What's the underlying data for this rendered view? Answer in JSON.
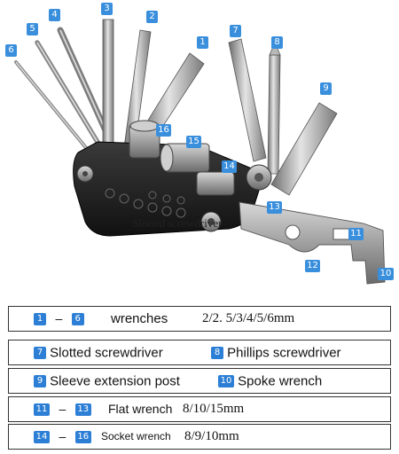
{
  "caption": "Slotted screwdriver",
  "badges": [
    "1",
    "2",
    "3",
    "4",
    "5",
    "6",
    "7",
    "8",
    "9",
    "10",
    "11",
    "12",
    "13",
    "14",
    "15",
    "16"
  ],
  "legend": {
    "row1": {
      "from": "1",
      "dash": "–",
      "to": "6",
      "label": "wrenches",
      "sizes": "2/2. 5/3/4/5/6mm"
    },
    "row2": {
      "a_num": "7",
      "a_label": "Slotted screwdriver",
      "b_num": "8",
      "b_label": "Phillips screwdriver"
    },
    "row3": {
      "a_num": "9",
      "a_label": "Sleeve extension post",
      "b_num": "10",
      "b_label": "Spoke wrench"
    },
    "row4": {
      "from": "11",
      "dash": "–",
      "to": "13",
      "label": "Flat wrench",
      "sizes": "8/10/15mm"
    },
    "row5": {
      "from": "14",
      "dash": "–",
      "to": "16",
      "label": "Socket wrench",
      "sizes": "8/9/10mm"
    }
  }
}
